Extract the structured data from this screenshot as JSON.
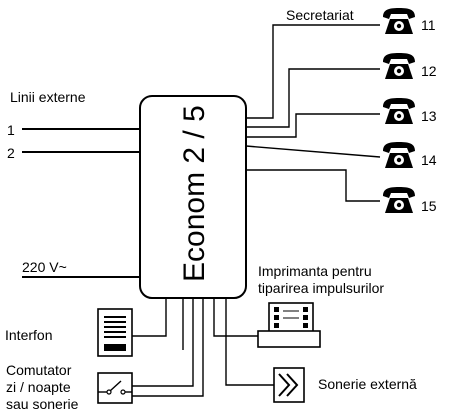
{
  "device": {
    "title": "Econom 2 / 5"
  },
  "labels": {
    "external_lines": "Linii externe",
    "line_1": "1",
    "line_2": "2",
    "power": "220 V~",
    "intercom": "Interfon",
    "switch_line1": "Comutator",
    "switch_line2": "zi / noapte",
    "switch_line3": "sau sonerie",
    "printer_line1": "Imprimanta pentru",
    "printer_line2": "tiparirea impulsurilor",
    "bell": "Sonerie externă",
    "secretariat": "Secretariat"
  },
  "extensions": [
    {
      "number": "11"
    },
    {
      "number": "12"
    },
    {
      "number": "13"
    },
    {
      "number": "14"
    },
    {
      "number": "15"
    }
  ],
  "icons": {
    "phone": "telephone-icon",
    "intercom": "intercom-panel-icon",
    "switch": "switch-icon",
    "printer": "printer-icon",
    "bell": "bell-icon"
  }
}
